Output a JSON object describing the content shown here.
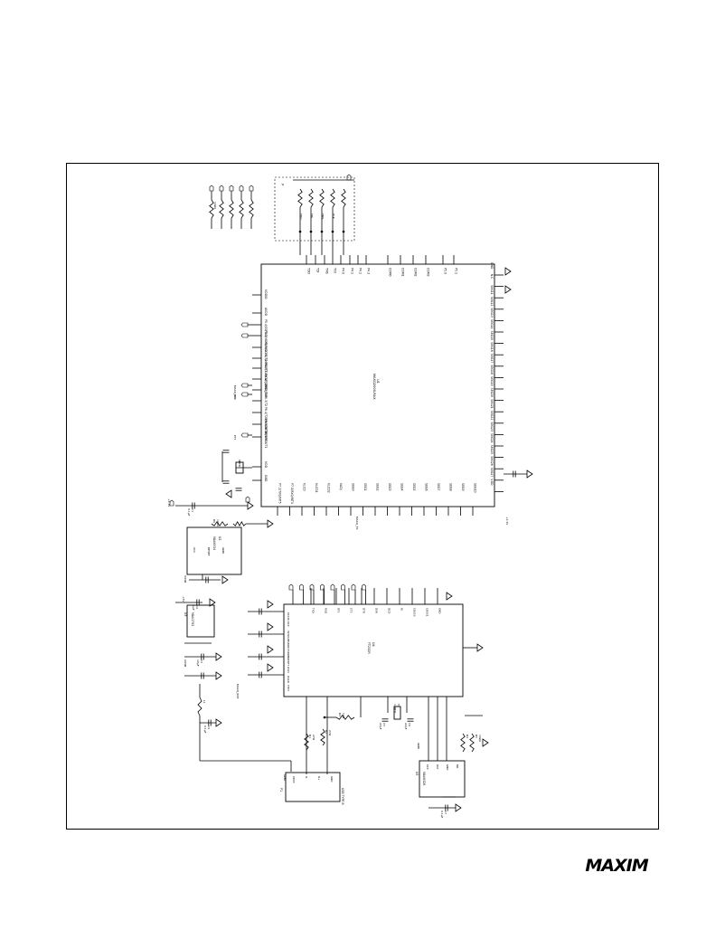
{
  "page": {
    "background": "#ffffff",
    "ink": "#000000"
  },
  "logo": {
    "text": "MAXIM"
  },
  "schematic": {
    "mcu": {
      "designator": "U1",
      "part": "MAXQ2000-RAX",
      "left_pins": [
        "VDDIO",
        "AVDD",
        "P5.4/SS/TX2",
        "P5.5/MOSI/RX2",
        "P5.6/SCLK/T2",
        "P5.7/MISO/T2",
        "P6.0/T1B/OW_OUT",
        "P6.1/T1/OW_IN",
        "P6.2/T1B",
        "P6.3/T2",
        "P6.4/T2B/WKOUT0",
        "P6.5/INT13/WKOUT1",
        "RESET",
        "VDD",
        "GND"
      ],
      "bottom_pins": [
        "P7.1/TX0/INT5",
        "P7.0/RX0/INT4",
        "VLCD",
        "VLCD1",
        "VLCD2",
        "VADJ",
        "SEG0",
        "SEG1",
        "SEG2",
        "SEG3",
        "SEG4",
        "SEG5",
        "SEG6",
        "SEG7",
        "SEG8",
        "SEG9",
        "SEG10"
      ],
      "right_pins": [
        "GND",
        "N.C.",
        "SEG11",
        "SEG12",
        "SEG13",
        "SEG14",
        "SEG15",
        "SEG16",
        "SEG17",
        "SEG18",
        "SEG19",
        "SEG20",
        "SEG21",
        "SEG22",
        "SEG23",
        "SEG24",
        "SEG25",
        "SEG26",
        "SEG27",
        "VDD"
      ],
      "top_pins": [
        "TDO",
        "TDI",
        "TMS",
        "TCK",
        "P4.0",
        "P4.1",
        "P4.2",
        "P4.3",
        "COM0",
        "COM1",
        "COM2",
        "COM3",
        "P5.0",
        "P5.1"
      ]
    },
    "usb_ic": {
      "designator": "U4",
      "part": "FT232R",
      "left_pins": [
        "VCCIO",
        "VCC",
        "3V3OUT",
        "USBDP",
        "USBDM",
        "RESET",
        "OSCI",
        "OSCO",
        "TEST"
      ],
      "right_pins": [
        "TXD",
        "RXD",
        "RTS",
        "CTS",
        "DTR",
        "DSR",
        "DCD",
        "RI",
        "CBUS0",
        "CBUS1",
        "GND"
      ]
    },
    "regulator": {
      "designator": "U3",
      "part": "MAX1792",
      "pins": [
        "IN",
        "OUT",
        "SHDN",
        "GND"
      ]
    },
    "reset_ic": {
      "designator": "U2",
      "part": "MAX6314",
      "pins": [
        "VCC",
        "RESET",
        "GND"
      ]
    },
    "eeprom": {
      "designator": "U5",
      "part": "MAX6326",
      "pins": [
        "VCC",
        "RST",
        "GND",
        "MR"
      ]
    },
    "connector": {
      "designator": "P1",
      "label": "USB TYPE B",
      "pins": [
        "VBUS",
        "D-",
        "D+",
        "GND"
      ]
    },
    "jtag": {
      "designator": "J1",
      "signals": [
        "TDO",
        "TDI",
        "TMS",
        "TCK"
      ]
    },
    "nets": {
      "supply_3v3": "+3.3V",
      "supply_5v": "+5V",
      "ground": "GND",
      "vusb": "VUSB",
      "p70": "P70",
      "p71": "P71",
      "maxq_rst": "MAXQ_RST",
      "maxq_rx": "MAXQ_RX",
      "maxq_tx": "MAXQ_TX"
    },
    "parts": {
      "r1": "R1",
      "r2": "R2",
      "r3": "R3",
      "r4": "R4",
      "r5": "R5",
      "r6": "R6",
      "c1": "C1",
      "c2": "C2",
      "c3": "C3",
      "c4": "C4",
      "c5": "C5",
      "c6": "C6",
      "c7": "C7",
      "y1": "Y1",
      "l1": "L1",
      "v10k": "10kΩ",
      "v1k": "1kΩ",
      "v27": "27Ω",
      "v01u": "0.1µF",
      "v1u": "1µF",
      "v10u": "10µF",
      "v22p": "22pF",
      "v8m": "8MHz",
      "v12m": "12MHz"
    }
  }
}
